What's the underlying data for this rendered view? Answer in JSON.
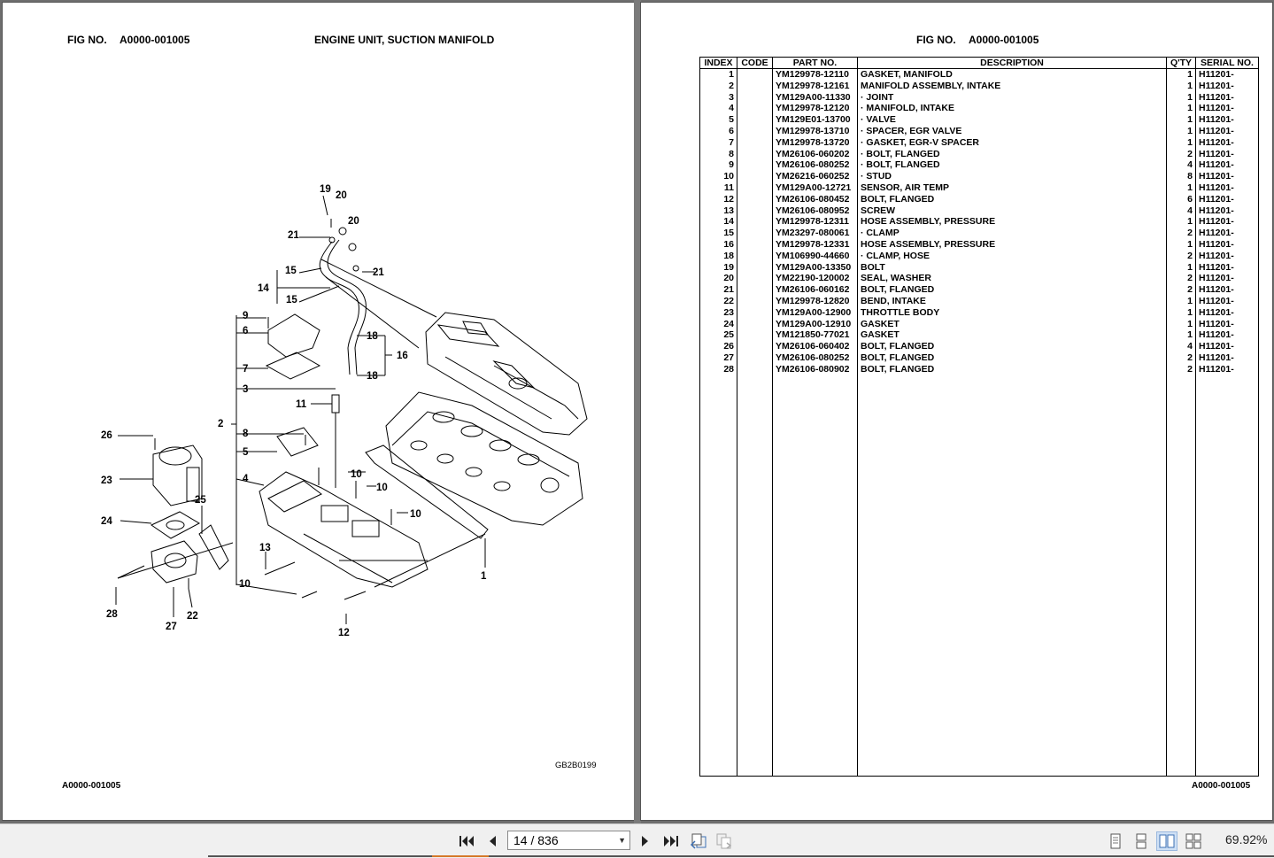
{
  "left_page": {
    "fig_label": "FIG NO.",
    "fig_no": "A0000-001005",
    "title": "ENGINE UNIT, SUCTION MANIFOLD",
    "image_code": "GB2B0199",
    "footer": "A0000-001005",
    "callouts": [
      "19",
      "20",
      "20",
      "21",
      "21",
      "15",
      "14",
      "15",
      "9",
      "6",
      "7",
      "3",
      "18",
      "16",
      "18",
      "11",
      "2",
      "8",
      "5",
      "26",
      "23",
      "4",
      "10",
      "10",
      "10",
      "25",
      "24",
      "13",
      "10",
      "1",
      "28",
      "27",
      "22",
      "12"
    ]
  },
  "right_page": {
    "fig_label": "FIG NO.",
    "fig_no": "A0000-001005",
    "footer": "A0000-001005",
    "columns": [
      "INDEX",
      "CODE",
      "PART NO.",
      "DESCRIPTION",
      "Q'TY",
      "SERIAL NO."
    ],
    "rows": [
      {
        "index": "1",
        "code": "",
        "part_no": "YM129978-12110",
        "description": "GASKET, MANIFOLD",
        "qty": "1",
        "serial": "H11201-"
      },
      {
        "index": "2",
        "code": "",
        "part_no": "YM129978-12161",
        "description": "MANIFOLD ASSEMBLY, INTAKE",
        "qty": "1",
        "serial": "H11201-"
      },
      {
        "index": "3",
        "code": "",
        "part_no": "YM129A00-11330",
        "description": "·  JOINT",
        "qty": "1",
        "serial": "H11201-"
      },
      {
        "index": "4",
        "code": "",
        "part_no": "YM129978-12120",
        "description": "·  MANIFOLD, INTAKE",
        "qty": "1",
        "serial": "H11201-"
      },
      {
        "index": "5",
        "code": "",
        "part_no": "YM129E01-13700",
        "description": "·  VALVE",
        "qty": "1",
        "serial": "H11201-"
      },
      {
        "index": "6",
        "code": "",
        "part_no": "YM129978-13710",
        "description": "·  SPACER, EGR VALVE",
        "qty": "1",
        "serial": "H11201-"
      },
      {
        "index": "7",
        "code": "",
        "part_no": "YM129978-13720",
        "description": "·  GASKET, EGR-V SPACER",
        "qty": "1",
        "serial": "H11201-"
      },
      {
        "index": "8",
        "code": "",
        "part_no": "YM26106-060202",
        "description": "·  BOLT, FLANGED",
        "qty": "2",
        "serial": "H11201-"
      },
      {
        "index": "9",
        "code": "",
        "part_no": "YM26106-080252",
        "description": "·  BOLT, FLANGED",
        "qty": "4",
        "serial": "H11201-"
      },
      {
        "index": "10",
        "code": "",
        "part_no": "YM26216-060252",
        "description": "·  STUD",
        "qty": "8",
        "serial": "H11201-"
      },
      {
        "index": "11",
        "code": "",
        "part_no": "YM129A00-12721",
        "description": "SENSOR, AIR TEMP",
        "qty": "1",
        "serial": "H11201-"
      },
      {
        "index": "12",
        "code": "",
        "part_no": "YM26106-080452",
        "description": "BOLT, FLANGED",
        "qty": "6",
        "serial": "H11201-"
      },
      {
        "index": "13",
        "code": "",
        "part_no": "YM26106-080952",
        "description": "SCREW",
        "qty": "4",
        "serial": "H11201-"
      },
      {
        "index": "14",
        "code": "",
        "part_no": "YM129978-12311",
        "description": "HOSE ASSEMBLY, PRESSURE",
        "qty": "1",
        "serial": "H11201-"
      },
      {
        "index": "15",
        "code": "",
        "part_no": "YM23297-080061",
        "description": "·  CLAMP",
        "qty": "2",
        "serial": "H11201-"
      },
      {
        "index": "16",
        "code": "",
        "part_no": "YM129978-12331",
        "description": "HOSE ASSEMBLY, PRESSURE",
        "qty": "1",
        "serial": "H11201-"
      },
      {
        "index": "18",
        "code": "",
        "part_no": "YM106990-44660",
        "description": "·  CLAMP, HOSE",
        "qty": "2",
        "serial": "H11201-"
      },
      {
        "index": "19",
        "code": "",
        "part_no": "YM129A00-13350",
        "description": "BOLT",
        "qty": "1",
        "serial": "H11201-"
      },
      {
        "index": "20",
        "code": "",
        "part_no": "YM22190-120002",
        "description": "SEAL, WASHER",
        "qty": "2",
        "serial": "H11201-"
      },
      {
        "index": "21",
        "code": "",
        "part_no": "YM26106-060162",
        "description": "BOLT, FLANGED",
        "qty": "2",
        "serial": "H11201-"
      },
      {
        "index": "22",
        "code": "",
        "part_no": "YM129978-12820",
        "description": "BEND, INTAKE",
        "qty": "1",
        "serial": "H11201-"
      },
      {
        "index": "23",
        "code": "",
        "part_no": "YM129A00-12900",
        "description": "THROTTLE BODY",
        "qty": "1",
        "serial": "H11201-"
      },
      {
        "index": "24",
        "code": "",
        "part_no": "YM129A00-12910",
        "description": "GASKET",
        "qty": "1",
        "serial": "H11201-"
      },
      {
        "index": "25",
        "code": "",
        "part_no": "YM121850-77021",
        "description": "GASKET",
        "qty": "1",
        "serial": "H11201-"
      },
      {
        "index": "26",
        "code": "",
        "part_no": "YM26106-060402",
        "description": "BOLT, FLANGED",
        "qty": "4",
        "serial": "H11201-"
      },
      {
        "index": "27",
        "code": "",
        "part_no": "YM26106-080252",
        "description": "BOLT, FLANGED",
        "qty": "2",
        "serial": "H11201-"
      },
      {
        "index": "28",
        "code": "",
        "part_no": "YM26106-080902",
        "description": "BOLT, FLANGED",
        "qty": "2",
        "serial": "H11201-"
      }
    ]
  },
  "toolbar": {
    "page_input": "14 / 836",
    "zoom": "69.92%",
    "icons": [
      "first-page-icon",
      "previous-page-icon",
      "page-dropdown-icon",
      "next-page-icon",
      "last-page-icon",
      "previous-view-icon",
      "next-view-icon",
      "single-page-view-icon",
      "continuous-view-icon",
      "facing-view-icon",
      "continuous-facing-view-icon"
    ]
  }
}
